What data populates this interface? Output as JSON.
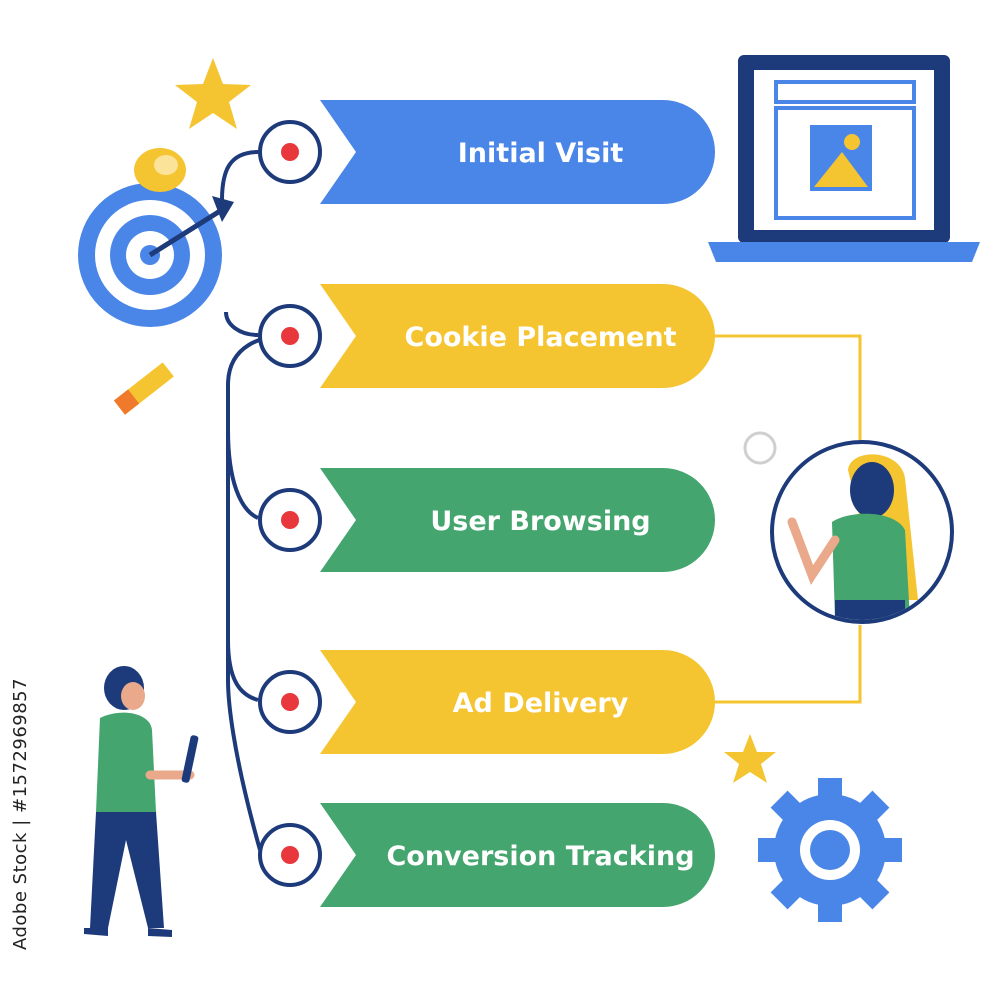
{
  "steps": [
    {
      "label": "Initial Visit",
      "color": "#4A86E8"
    },
    {
      "label": "Cookie Placement",
      "color": "#F5C431"
    },
    {
      "label": "User Browsing",
      "color": "#44A56E"
    },
    {
      "label": "Ad Delivery",
      "color": "#F5C431"
    },
    {
      "label": "Conversion Tracking",
      "color": "#44A56E"
    }
  ],
  "watermark": "Adobe Stock | #1572969857",
  "colors": {
    "navy": "#1D3A7A",
    "blue": "#4A86E8",
    "yellow": "#F5C431",
    "green": "#44A56E",
    "red": "#E8383D"
  }
}
